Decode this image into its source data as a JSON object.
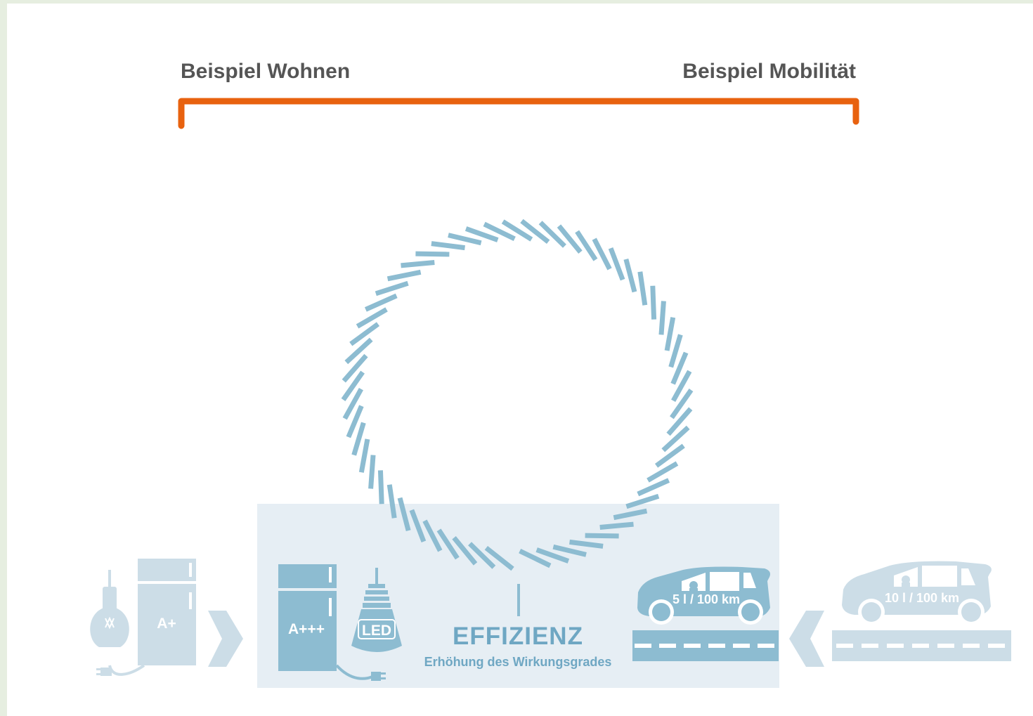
{
  "header": {
    "left_label": "Beispiel Wohnen",
    "right_label": "Beispiel Mobilität"
  },
  "panel": {
    "title": "EFFIZIENZ",
    "subtitle": "Erhöhung des  Wirkungsgrades"
  },
  "left_group": {
    "fridge_label": "A+"
  },
  "center_left_group": {
    "fridge_label": "A+++",
    "bulb_label": "LED"
  },
  "center_right_group": {
    "car_label": "5 l / 100 km"
  },
  "right_group": {
    "car_label": "10 l / 100 km"
  },
  "colors": {
    "accent_orange": "#e8620f",
    "efficiency_blue": "#8dbcd1",
    "panel_bg": "#e6eef4",
    "faded_blue": "#ccdde7"
  },
  "icons": [
    "light-bulb-icon",
    "fridge-icon",
    "arrow-right-icon",
    "led-bulb-icon",
    "plug-icon",
    "car-icon",
    "road-icon",
    "arrow-left-icon",
    "cycle-ring-icon"
  ]
}
